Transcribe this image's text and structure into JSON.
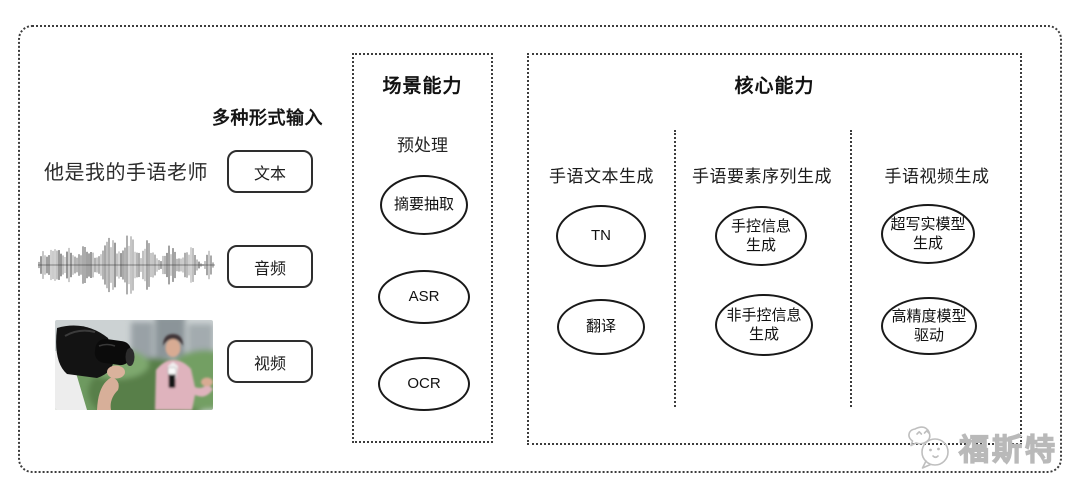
{
  "inputs": {
    "label": "多种形式输入",
    "text_example": "他是我的手语老师",
    "items": [
      {
        "id": "text",
        "label": "文本"
      },
      {
        "id": "audio",
        "label": "音频"
      },
      {
        "id": "video",
        "label": "视频"
      }
    ]
  },
  "scene": {
    "title": "场景能力",
    "subtitle": "预处理",
    "nodes": [
      "摘要抽取",
      "ASR",
      "OCR"
    ]
  },
  "core": {
    "title": "核心能力",
    "columns": [
      {
        "header": "手语文本生成",
        "nodes": [
          "TN",
          "翻译"
        ]
      },
      {
        "header": "手语要素序列生成",
        "nodes": [
          "手控信息\n生成",
          "非手控信息\n生成"
        ]
      },
      {
        "header": "手语视频生成",
        "nodes": [
          "超写实模型\n生成",
          "高精度模型\n驱动"
        ]
      }
    ]
  },
  "watermark": {
    "text": "福斯特",
    "color": "#c2c2c2"
  },
  "colors": {
    "line": "#3d3d3d",
    "ink": "#191919",
    "background": "#ffffff"
  }
}
